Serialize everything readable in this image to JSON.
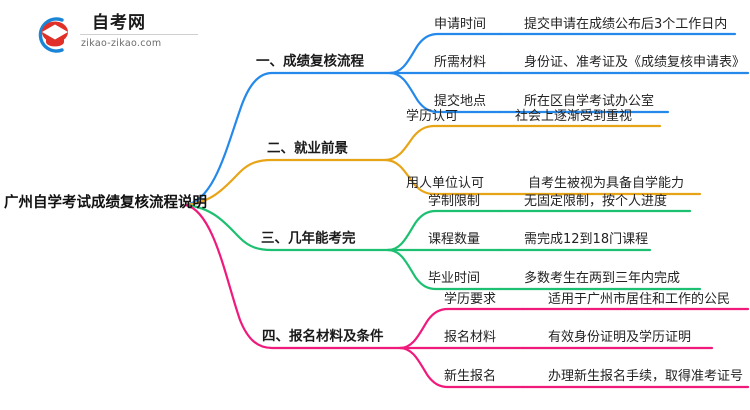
{
  "logo": {
    "name": "zikao-logo",
    "title": "自考网",
    "domain": "zikao-zikao.com",
    "mark_icon": "graduation-cap-icon",
    "arc_color": "#1a85d6",
    "cap_color": "#e03028"
  },
  "mindmap": {
    "root": {
      "label": "广州自学考试成绩复核流程说明"
    },
    "colors": {
      "blue": "#2489ea",
      "orange": "#e8a417",
      "green": "#1dc070",
      "pink": "#ef1a7c"
    },
    "branches": [
      {
        "label": "一、成绩复核流程",
        "color": "#2489ea",
        "children": [
          {
            "label": "申请时间",
            "detail": "提交申请在成绩公布后3个工作日内"
          },
          {
            "label": "所需材料",
            "detail": "身份证、准考证及《成绩复核申请表》"
          },
          {
            "label": "提交地点",
            "detail": "所在区自学考试办公室"
          }
        ]
      },
      {
        "label": "二、就业前景",
        "color": "#e8a417",
        "children": [
          {
            "label": "学历认可",
            "detail": "社会上逐渐受到重视"
          },
          {
            "label": "用人单位认可",
            "detail": "自考生被视为具备自学能力"
          }
        ]
      },
      {
        "label": "三、几年能考完",
        "color": "#1dc070",
        "children": [
          {
            "label": "学制限制",
            "detail": "无固定限制，按个人进度"
          },
          {
            "label": "课程数量",
            "detail": "需完成12到18门课程"
          },
          {
            "label": "毕业时间",
            "detail": "多数考生在两到三年内完成"
          }
        ]
      },
      {
        "label": "四、报名材料及条件",
        "color": "#ef1a7c",
        "children": [
          {
            "label": "学历要求",
            "detail": "适用于广州市居住和工作的公民"
          },
          {
            "label": "报名材料",
            "detail": "有效身份证明及学历证明"
          },
          {
            "label": "新生报名",
            "detail": "办理新生报名手续，取得准考证号"
          }
        ]
      }
    ]
  }
}
